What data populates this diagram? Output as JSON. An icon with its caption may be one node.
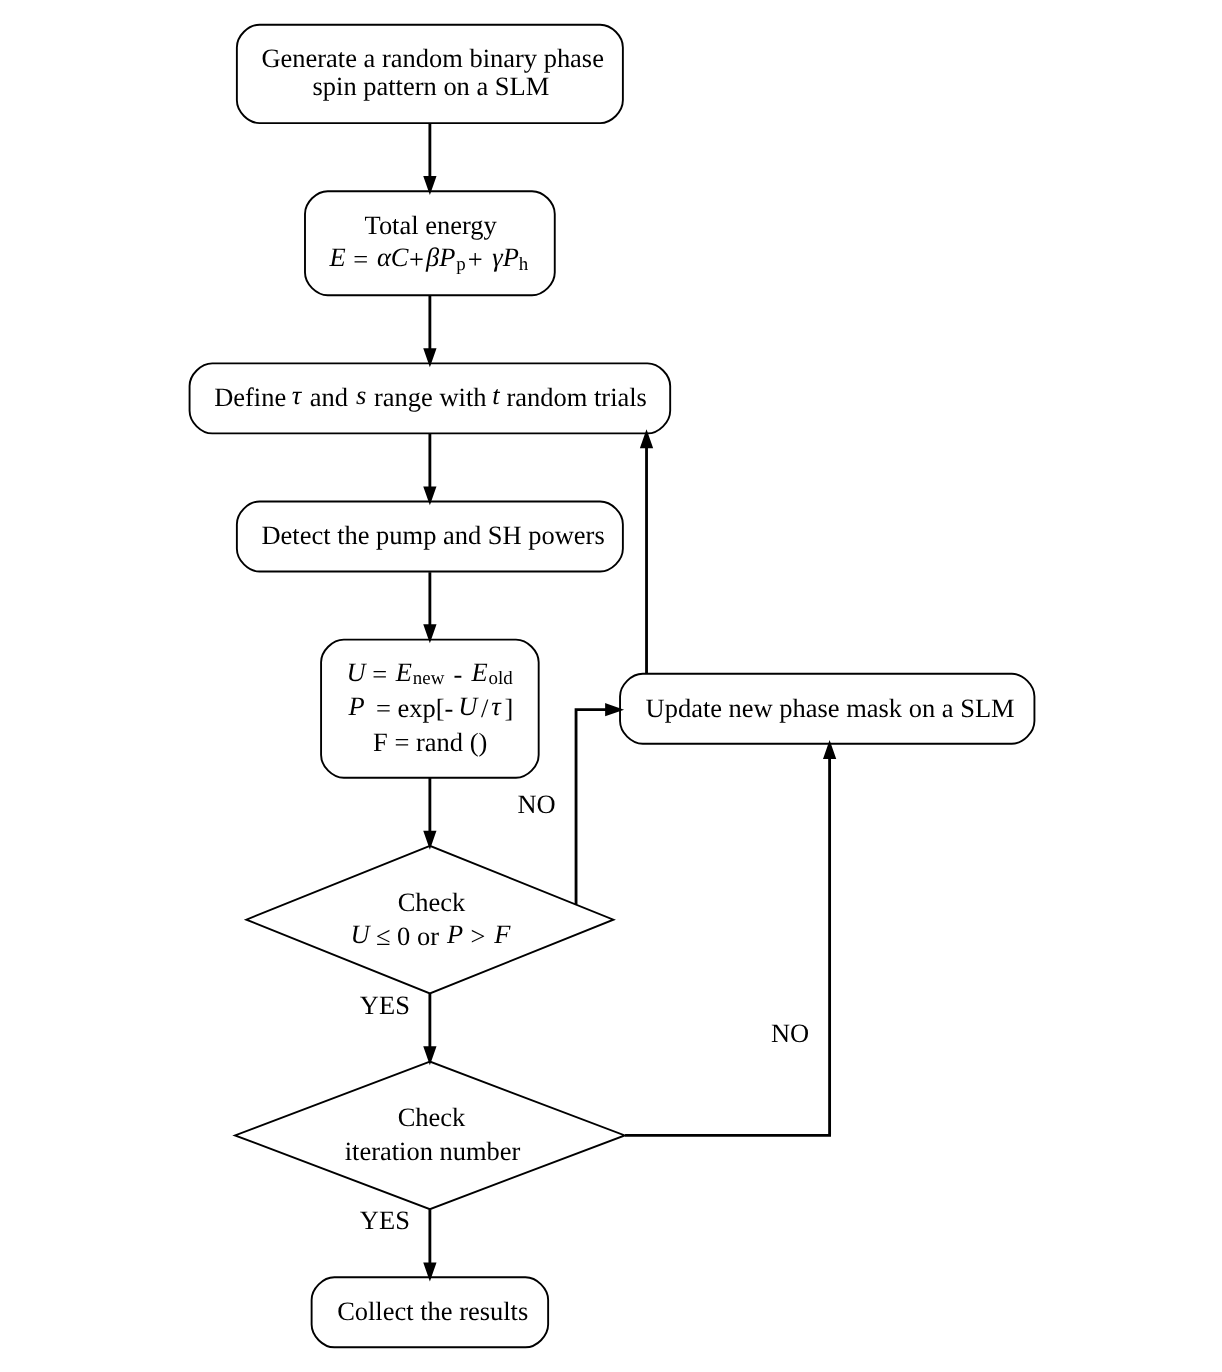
{
  "diagram": {
    "nodes": [
      {
        "text": [
          "Generate a random binary phase spin pattern on a SLM"
        ]
      },
      {
        "text": [
          "Total energy",
          "*E* = *αC*+*βP*$_{p}$+ *γP*$_{h}$"
        ]
      },
      {
        "text": [
          "Define *τ* and *s* range with *t* random trials"
        ]
      },
      {
        "text": [
          "Detect the pump and SH powers"
        ]
      },
      {
        "text": [
          "*U* = *E*$_{new}$ - *E*$_{old}$",
          "*P* = exp[-*U*/*τ*]",
          "F = rand ()"
        ]
      },
      {
        "text": [
          "Check",
          "*U* ≤ 0 or *P* > *F*"
        ]
      },
      {
        "text": [
          "Check",
          "iteration number"
        ]
      },
      {
        "text": [
          "Collect the results"
        ]
      },
      {
        "text": [
          "Update new phase mask on a SLM"
        ]
      }
    ],
    "edges": [
      {
        "from": 0,
        "to": 1,
        "arrow": "to"
      },
      {
        "from": 1,
        "to": 2,
        "arrow": "to"
      },
      {
        "from": 2,
        "to": 3,
        "arrow": "to"
      },
      {
        "from": 3,
        "to": 4,
        "arrow": "to"
      },
      {
        "from": 4,
        "to": 5,
        "arrow": "to"
      },
      {
        "from": 5,
        "to": 6,
        "label": "YES",
        "arrow": "to"
      },
      {
        "from": 5,
        "to": 8,
        "label": "NO",
        "arrow": "to"
      },
      {
        "from": 6,
        "to": 7,
        "label": "YES",
        "arrow": "to"
      },
      {
        "from": 6,
        "to": 8,
        "label": "NO",
        "arrow": "to"
      },
      {
        "from": 8,
        "to": 2,
        "arrow": "to"
      }
    ]
  }
}
